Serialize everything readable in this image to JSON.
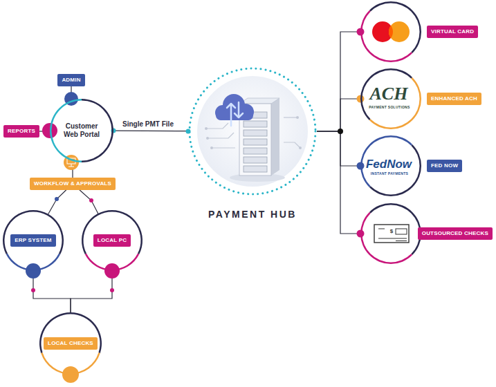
{
  "diagram": {
    "nodes": [
      {
        "text": [
          "ADMIN"
        ]
      },
      {
        "text": [
          "REPORTS"
        ]
      },
      {
        "text": [
          "Customer Web Portal"
        ]
      },
      {
        "text": [
          "WORKFLOW & APPROVALS"
        ]
      },
      {
        "text": [
          "ERP SYSTEM"
        ]
      },
      {
        "text": [
          "LOCAL PC"
        ]
      },
      {
        "text": [
          "LOCAL CHECKS"
        ]
      },
      {
        "text": [
          "PAYMENT HUB"
        ]
      },
      {
        "text": [
          "VIRTUAL CARD"
        ]
      },
      {
        "text": [
          "ENHANCED ACH"
        ]
      },
      {
        "text": [
          "FED NOW"
        ]
      },
      {
        "text": [
          "OUTSOURCED CHECKS"
        ]
      }
    ],
    "edges": [
      {
        "from": 2,
        "to": 7,
        "label": "Single PMT File",
        "arrow": "none"
      },
      {
        "from": 0,
        "to": 2,
        "arrow": "none"
      },
      {
        "from": 1,
        "to": 2,
        "arrow": "none"
      },
      {
        "from": 3,
        "to": 2,
        "arrow": "none"
      },
      {
        "from": 3,
        "to": 4,
        "arrow": "none"
      },
      {
        "from": 3,
        "to": 5,
        "arrow": "none"
      },
      {
        "from": 4,
        "to": 6,
        "arrow": "none"
      },
      {
        "from": 5,
        "to": 6,
        "arrow": "none"
      },
      {
        "from": 7,
        "to": 8,
        "arrow": "none"
      },
      {
        "from": 7,
        "to": 9,
        "arrow": "none"
      },
      {
        "from": 7,
        "to": 10,
        "arrow": "none"
      },
      {
        "from": 7,
        "to": 11,
        "arrow": "none"
      }
    ],
    "labels": [
      "ACH",
      "PAYMENT SOLUTIONS",
      "FedNow",
      "INSTANT PAYMENTS",
      "$"
    ]
  }
}
